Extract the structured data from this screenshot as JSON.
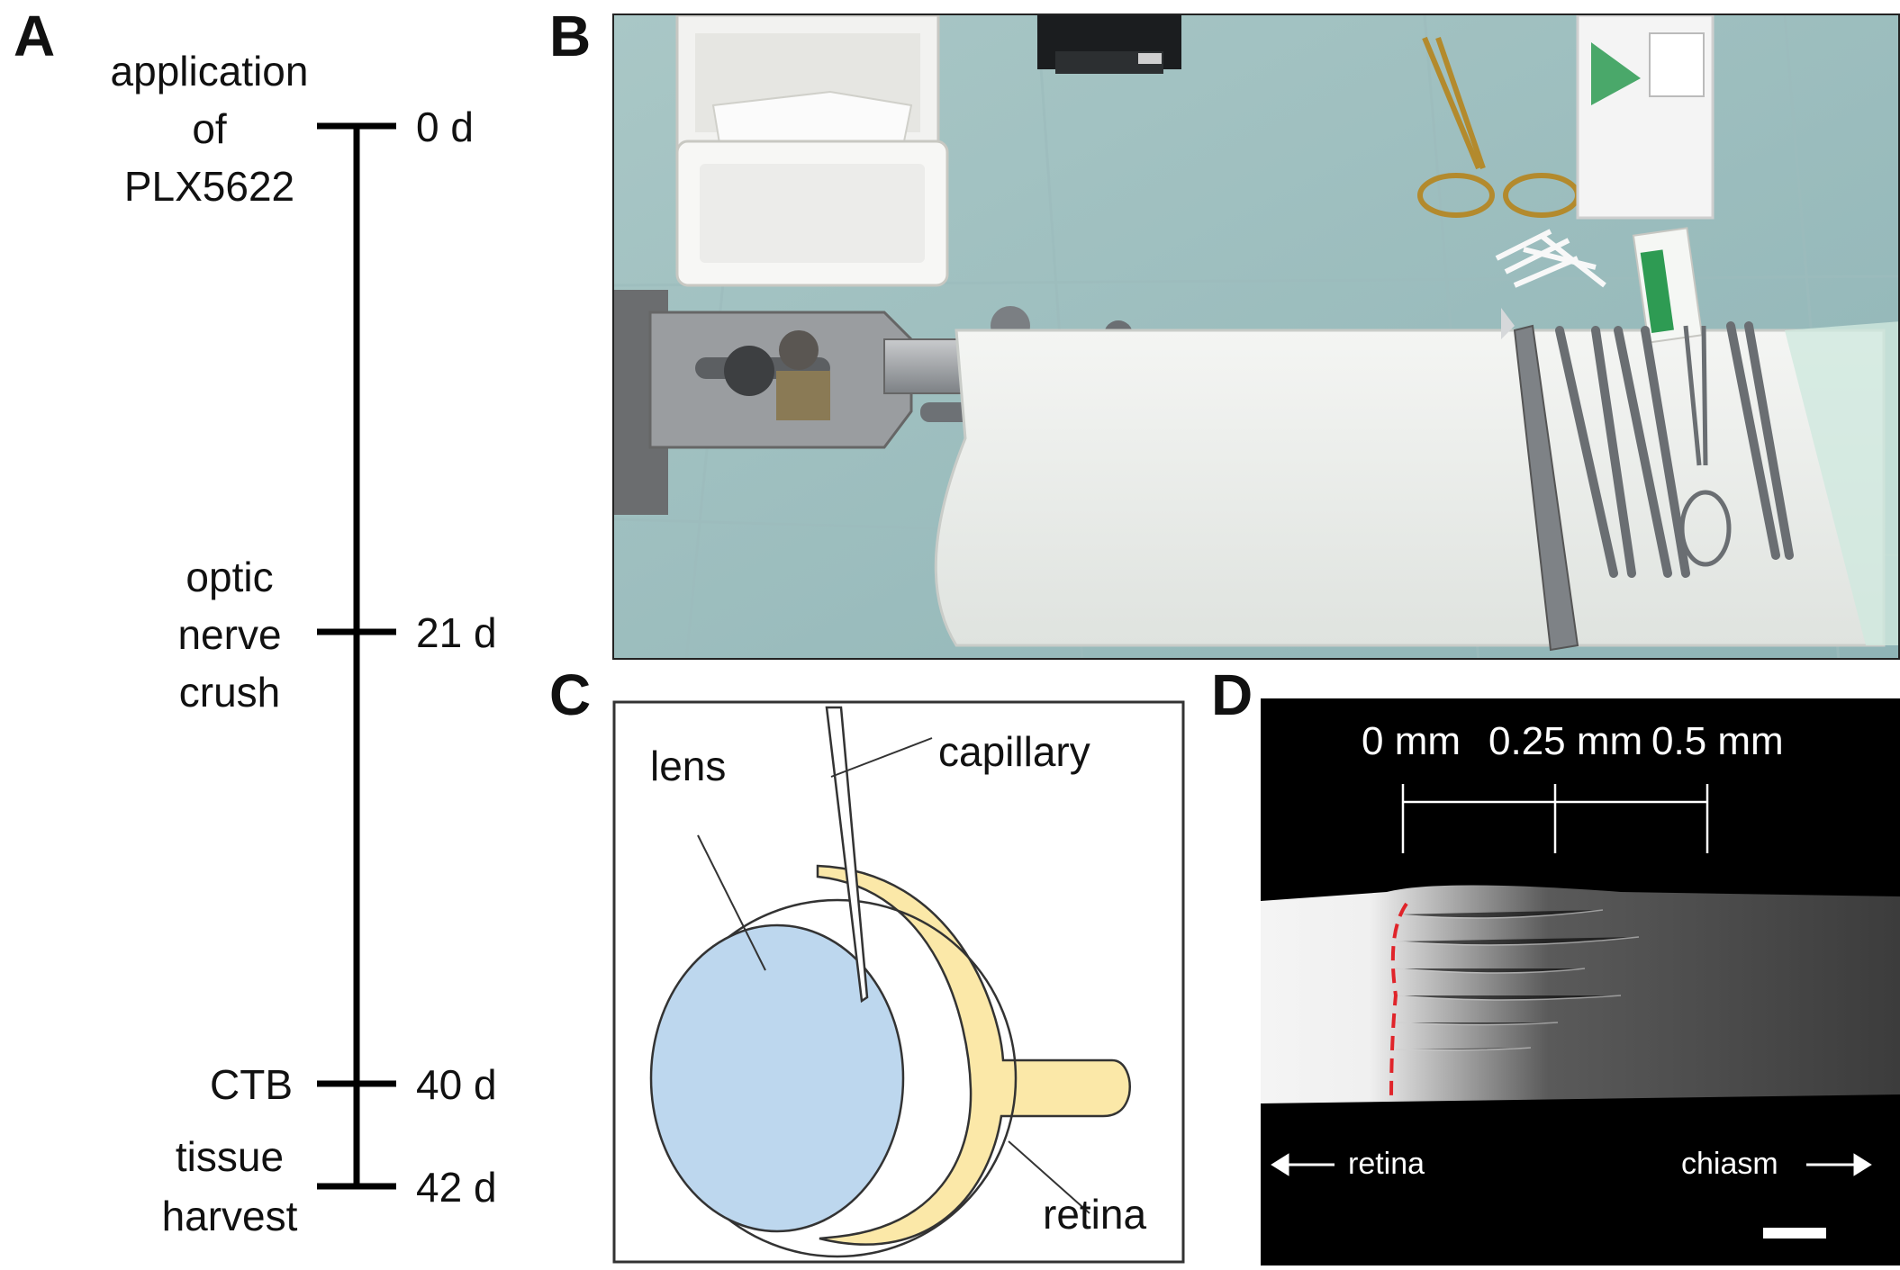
{
  "panels": {
    "a": "A",
    "b": "B",
    "c": "C",
    "d": "D"
  },
  "timeline": {
    "events": [
      {
        "label_lines": [
          "application",
          "of",
          "PLX5622"
        ],
        "day": "0 d"
      },
      {
        "label_lines": [
          "optic",
          "nerve",
          "crush"
        ],
        "day": "21 d"
      },
      {
        "label_lines": [
          "CTB"
        ],
        "day": "40 d"
      },
      {
        "label_lines": [
          "tissue",
          "harvest"
        ],
        "day": "42 d"
      }
    ],
    "days_numeric": [
      0,
      21,
      40,
      42
    ]
  },
  "schematic": {
    "lens": "lens",
    "capillary": "capillary",
    "retina": "retina",
    "colors": {
      "lens_fill": "#bdd7ee",
      "retina_fill": "#fbe8a8",
      "outline": "#333333"
    }
  },
  "micrograph": {
    "scale_labels": [
      "0 mm",
      "0.25 mm",
      "0.5 mm"
    ],
    "scale_values_mm": [
      0,
      0.25,
      0.5
    ],
    "left_direction": "retina",
    "right_direction": "chiasm",
    "crush_marker_color": "#e0242a"
  }
}
